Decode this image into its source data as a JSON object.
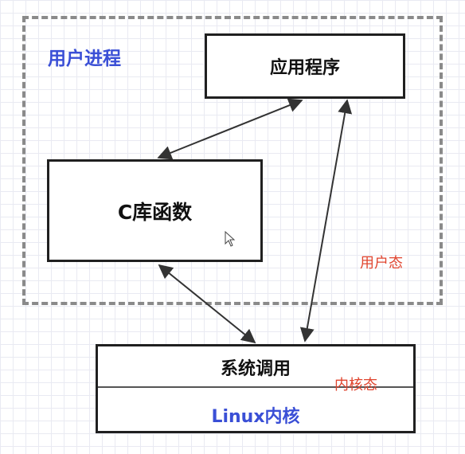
{
  "colors": {
    "blue_label": "#3a4fd6",
    "red_label": "#e0452f",
    "border": "#202020",
    "arrow": "#333333"
  },
  "labels": {
    "user_process": "用户进程",
    "user_mode": "用户态",
    "kernel_mode": "内核态"
  },
  "boxes": {
    "application": "应用程序",
    "c_library": "C库函数",
    "system_call": "系统调用",
    "linux_kernel": "Linux内核"
  },
  "icons": {
    "cursor": "mouse-pointer-icon"
  }
}
